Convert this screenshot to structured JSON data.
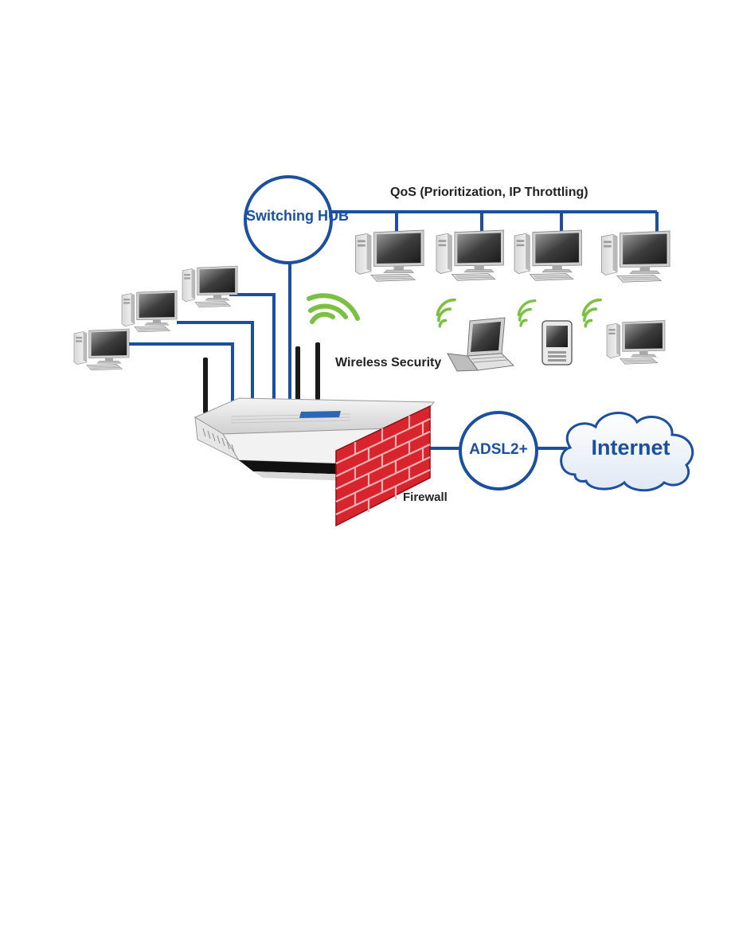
{
  "labels": {
    "switching_hub": "Switching HUB",
    "qos": "QoS (Prioritization, IP Throttling)",
    "wireless_security": "Wireless Security",
    "adsl": "ADSL2+",
    "internet": "Internet",
    "firewall": "Firewall"
  },
  "colors": {
    "line_blue": "#1b4fa0",
    "wifi_green": "#7ac143",
    "firewall_red": "#d8242c",
    "text_dark": "#222222"
  },
  "icons": [
    "desktop-pc-icon",
    "laptop-icon",
    "pda-icon",
    "wifi-signal-icon",
    "router-icon",
    "firewall-icon",
    "cloud-icon"
  ]
}
